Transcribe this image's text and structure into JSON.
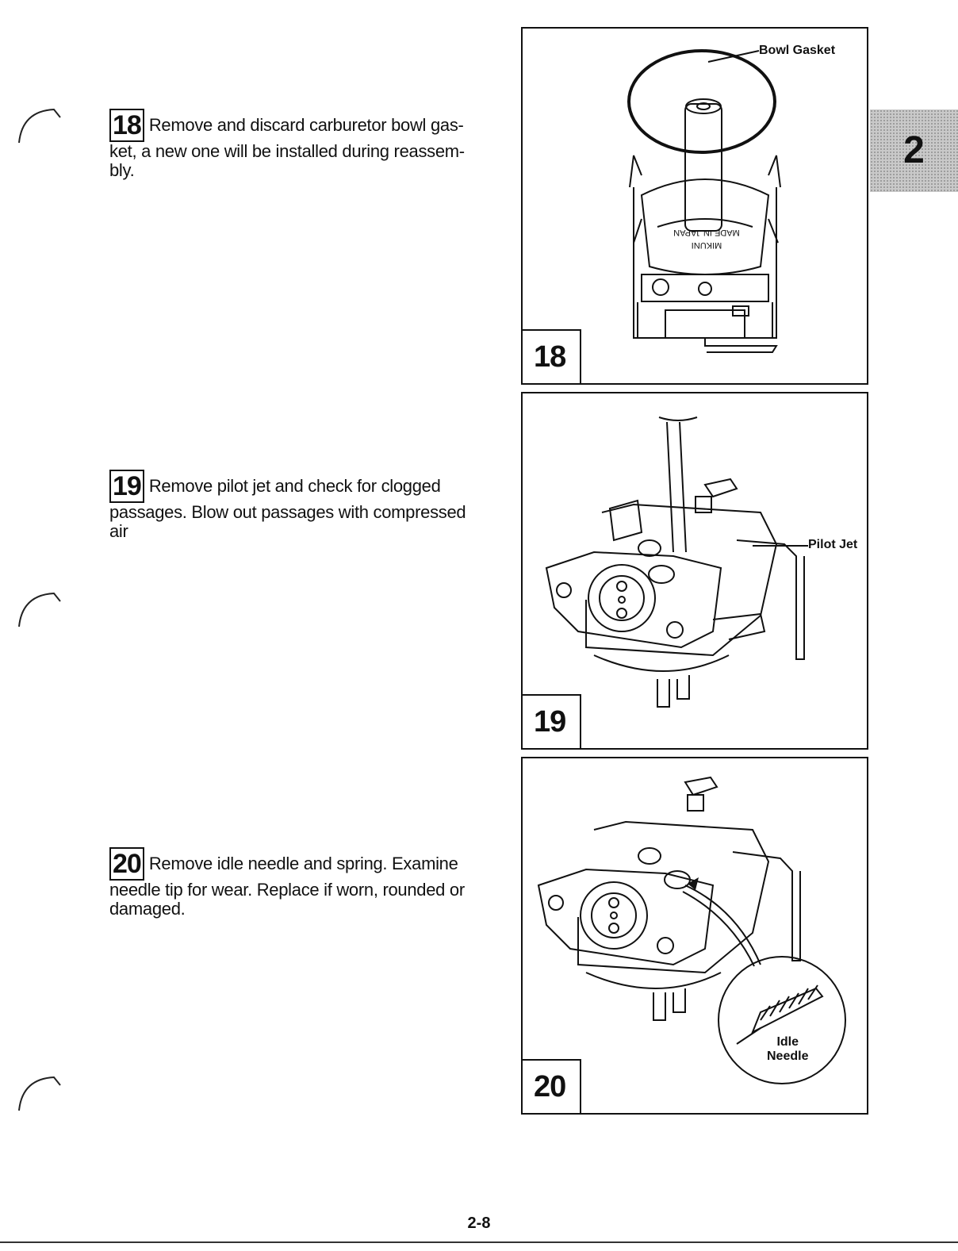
{
  "chapter_tab": "2",
  "page_number": "2-8",
  "steps": [
    {
      "number": "18",
      "text": "Remove and discard carburetor bowl gas-ket, a new one will be installed during reassem-bly."
    },
    {
      "number": "19",
      "text": "Remove pilot jet and check for clogged passages. Blow out passages with compressed air"
    },
    {
      "number": "20",
      "text": "Remove idle needle and spring. Examine needle tip for wear. Replace if worn, rounded or damaged."
    }
  ],
  "figures": [
    {
      "number": "18",
      "callout": "Bowl Gasket",
      "stamp_lines": [
        "MADE IN JAPAN",
        "MIKUNI"
      ]
    },
    {
      "number": "19",
      "callout": "Pilot Jet"
    },
    {
      "number": "20",
      "callout_lines": [
        "Idle",
        "Needle"
      ]
    }
  ]
}
